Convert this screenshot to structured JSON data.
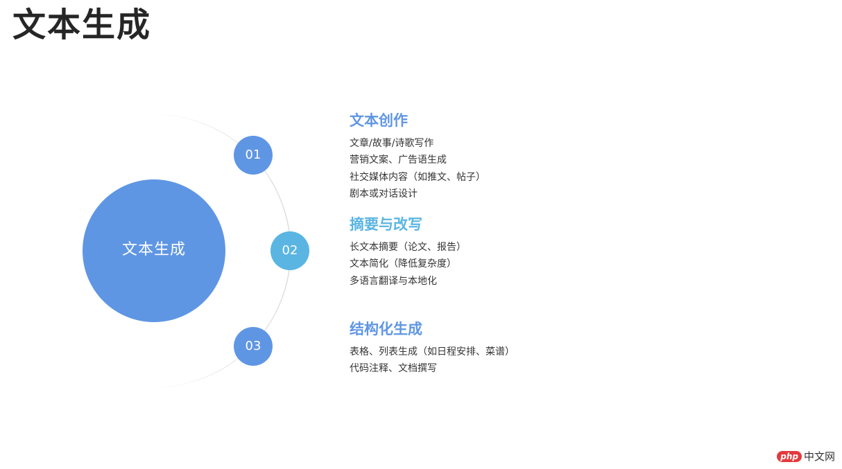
{
  "title": "文本生成",
  "colors": {
    "primary": "#5f96e4",
    "secondary": "#5ab5e2",
    "arc": "#e0e0e0",
    "text": "#333333",
    "title": "#262626"
  },
  "diagram": {
    "center_label": "文本生成",
    "nodes": [
      {
        "number": "01",
        "color": "#5f96e4"
      },
      {
        "number": "02",
        "color": "#5ab5e2"
      },
      {
        "number": "03",
        "color": "#5f96e4"
      }
    ]
  },
  "sections": [
    {
      "title": "文本创作",
      "color": "#5f96e4",
      "items": [
        "文章/故事/诗歌写作",
        "营销文案、广告语生成",
        "社交媒体内容（如推文、帖子）",
        "剧本或对话设计"
      ]
    },
    {
      "title": "摘要与改写",
      "color": "#5ab5e2",
      "items": [
        "长文本摘要（论文、报告）",
        "文本简化（降低复杂度）",
        "多语言翻译与本地化"
      ]
    },
    {
      "title": "结构化生成",
      "color": "#5f96e4",
      "items": [
        "表格、列表生成（如日程安排、菜谱）",
        "代码注释、文档撰写"
      ]
    }
  ],
  "watermark": {
    "badge": "php",
    "text": "中文网"
  }
}
